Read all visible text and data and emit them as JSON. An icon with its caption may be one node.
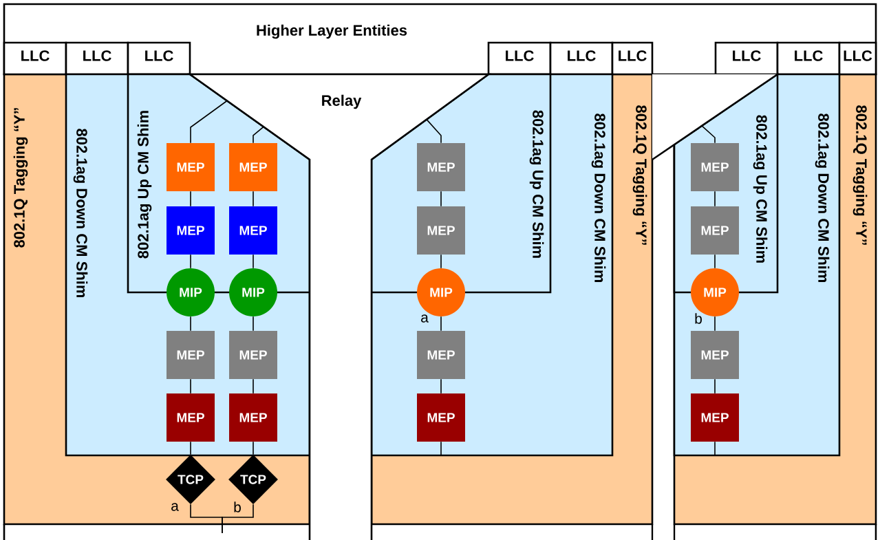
{
  "diagram": {
    "nodes": [
      {
        "text": [
          "Higher Layer Entities"
        ]
      },
      {
        "text": [
          "LLC"
        ],
        "in": 0
      },
      {
        "text": [
          "LLC"
        ],
        "in": 0
      },
      {
        "text": [
          "LLC"
        ],
        "in": 0
      },
      {
        "text": [
          "LLC"
        ],
        "in": 0
      },
      {
        "text": [
          "LLC"
        ],
        "in": 0
      },
      {
        "text": [
          "LLC"
        ],
        "in": 0
      },
      {
        "text": [
          "LLC"
        ],
        "in": 0
      },
      {
        "text": [
          "LLC"
        ],
        "in": 0
      },
      {
        "text": [
          "LLC"
        ],
        "in": 0
      },
      {
        "text": [
          "Relay"
        ]
      },
      {
        "text": [
          "802.1Q Tagging “Y”"
        ]
      },
      {
        "text": [
          "802.1ag Down CM Shim"
        ],
        "in": 11
      },
      {
        "text": [
          "802.1ag Up CM Shim"
        ],
        "in": 12
      },
      {
        "text": [
          "MEP"
        ],
        "in": 13
      },
      {
        "text": [
          "MEP"
        ],
        "in": 13
      },
      {
        "text": [
          "MEP"
        ],
        "in": 13
      },
      {
        "text": [
          "MEP"
        ],
        "in": 13
      },
      {
        "text": [
          "MIP"
        ],
        "in": 12
      },
      {
        "text": [
          "MIP"
        ],
        "in": 12
      },
      {
        "text": [
          "MEP"
        ],
        "in": 12
      },
      {
        "text": [
          "MEP"
        ],
        "in": 12
      },
      {
        "text": [
          "MEP"
        ],
        "in": 12
      },
      {
        "text": [
          "MEP"
        ],
        "in": 12
      },
      {
        "text": [
          "TCP"
        ],
        "in": 11,
        "beside": [
          "a"
        ]
      },
      {
        "text": [
          "TCP"
        ],
        "in": 11,
        "beside": [
          "b"
        ]
      },
      {
        "text": [
          "802.1Q Tagging “Y”"
        ]
      },
      {
        "text": [
          "802.1ag Down CM Shim"
        ],
        "in": 26
      },
      {
        "text": [
          "802.1ag Up CM Shim"
        ],
        "in": 27
      },
      {
        "text": [
          "MEP"
        ],
        "in": 28
      },
      {
        "text": [
          "MEP"
        ],
        "in": 28
      },
      {
        "text": [
          "MIP"
        ],
        "in": 27,
        "beside": [
          "a"
        ]
      },
      {
        "text": [
          "MEP"
        ],
        "in": 27
      },
      {
        "text": [
          "MEP"
        ],
        "in": 27
      },
      {
        "text": [],
        "shape": "triangle"
      },
      {
        "text": [
          "802.1Q Tagging “Y”"
        ]
      },
      {
        "text": [
          "802.1ag Down CM Shim"
        ],
        "in": 35
      },
      {
        "text": [
          "802.1ag Up CM Shim"
        ],
        "in": 36
      },
      {
        "text": [
          "MEP"
        ],
        "in": 37
      },
      {
        "text": [
          "MEP"
        ],
        "in": 37
      },
      {
        "text": [
          "MIP"
        ],
        "in": 36,
        "beside": [
          "b"
        ]
      },
      {
        "text": [
          "MEP"
        ],
        "in": 36
      },
      {
        "text": [
          "MEP"
        ],
        "in": 36
      }
    ],
    "edges": [
      {
        "from": 14,
        "to": 10,
        "arrow": "none"
      },
      {
        "from": 15,
        "to": 10,
        "arrow": "none"
      },
      {
        "from": 14,
        "to": 16,
        "arrow": "none"
      },
      {
        "from": 15,
        "to": 17,
        "arrow": "none"
      },
      {
        "from": 16,
        "to": 18,
        "arrow": "none"
      },
      {
        "from": 17,
        "to": 19,
        "arrow": "none"
      },
      {
        "from": 18,
        "to": 20,
        "arrow": "none"
      },
      {
        "from": 19,
        "to": 21,
        "arrow": "none"
      },
      {
        "from": 20,
        "to": 22,
        "arrow": "none"
      },
      {
        "from": 21,
        "to": 23,
        "arrow": "none"
      },
      {
        "from": 22,
        "to": 24,
        "arrow": "none"
      },
      {
        "from": 23,
        "to": 25,
        "arrow": "none"
      },
      {
        "from": 24,
        "to": null,
        "arrow": "none"
      },
      {
        "from": 25,
        "to": null,
        "arrow": "none"
      },
      {
        "from": 29,
        "to": 28,
        "arrow": "none"
      },
      {
        "from": 29,
        "to": 30,
        "arrow": "none"
      },
      {
        "from": 30,
        "to": 31,
        "arrow": "none"
      },
      {
        "from": 31,
        "to": 32,
        "arrow": "none"
      },
      {
        "from": 32,
        "to": 33,
        "arrow": "none"
      },
      {
        "from": 33,
        "to": 27,
        "arrow": "none"
      },
      {
        "from": 38,
        "to": 34,
        "arrow": "none"
      },
      {
        "from": 38,
        "to": 39,
        "arrow": "none"
      },
      {
        "from": 39,
        "to": 40,
        "arrow": "none"
      },
      {
        "from": 40,
        "to": 41,
        "arrow": "none"
      },
      {
        "from": 41,
        "to": 42,
        "arrow": "none"
      },
      {
        "from": 42,
        "to": 36,
        "arrow": "none"
      }
    ]
  }
}
